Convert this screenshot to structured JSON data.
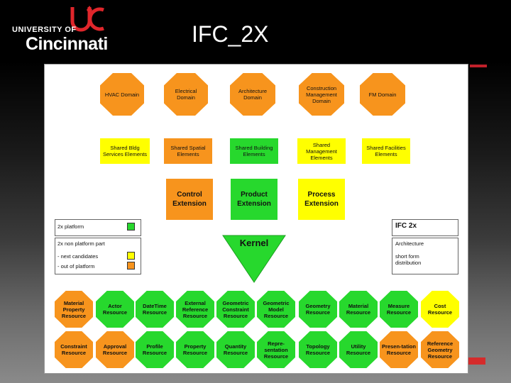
{
  "header": {
    "university_line": "UNIVERSITY OF",
    "city_line": "Cincinnati",
    "slide_title": "IFC_2X"
  },
  "colors": {
    "orange": "#f7941d",
    "yellow": "#ffff00",
    "green": "#27d82d",
    "accent_red": "#c0202a"
  },
  "domains": [
    "HVAC Domain",
    "Electrical Domain",
    "Architecture Domain",
    "Construction Management Domain",
    "FM Domain"
  ],
  "shared_elements": [
    "Shared Bldg Services Elements",
    "Shared Spatial Elements",
    "Shared Building Elements",
    "Shared Management Elements",
    "Shared Facilities Elements"
  ],
  "extensions": [
    "Control Extension",
    "Product Extension",
    "Process Extension"
  ],
  "kernel": "Kernel",
  "legend_left": {
    "platform": "2x platform",
    "non_platform": "2x non platform part",
    "next_candidates": "- next candidates",
    "out_of_platform": "- out of platform"
  },
  "legend_right": {
    "title": "IFC 2x",
    "architecture": "Architecture",
    "short_form": "short form distribution"
  },
  "resources_row1": [
    "Material Property Resource",
    "Actor Resource",
    "DateTime Resource",
    "External Reference Resource",
    "Geometric Constraint Resource",
    "Geometric Model Resource",
    "Geometry Resource",
    "Material Resource",
    "Measure Resource",
    "Cost Resource"
  ],
  "resources_row2": [
    "Constraint Resource",
    "Approval Resource",
    "Profile Resource",
    "Property Resource",
    "Quantity Resource",
    "Repre-sentation Resource",
    "Topology Resource",
    "Utility Resource",
    "Presen-tation Resource",
    "Reference Geometry Resource"
  ]
}
